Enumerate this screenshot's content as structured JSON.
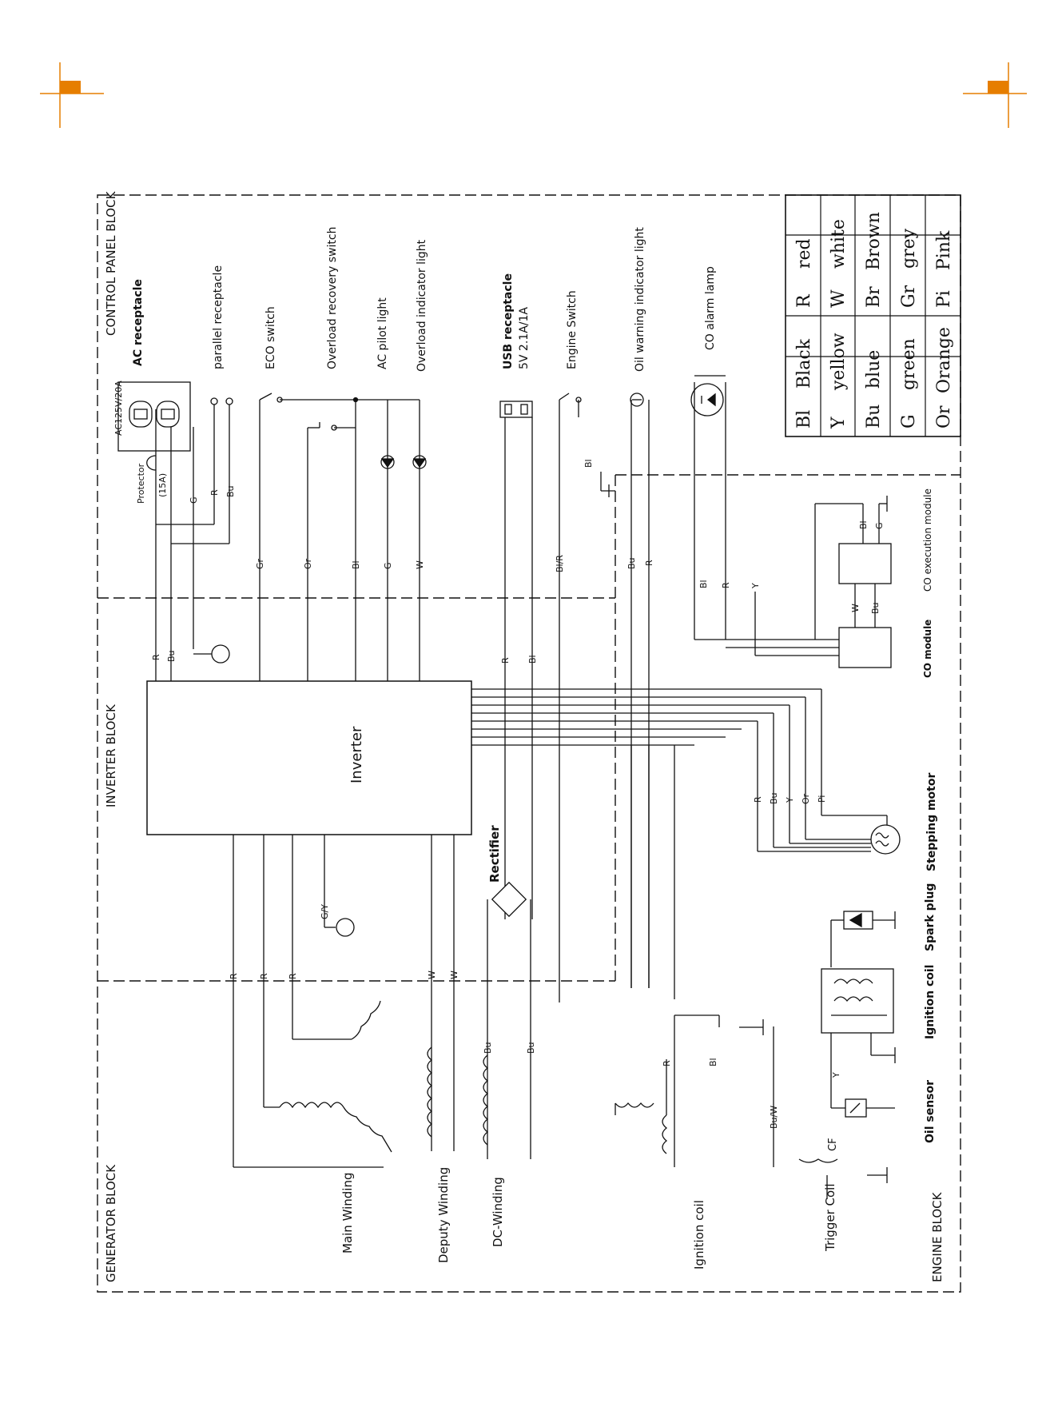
{
  "colors": {
    "ink": "#111111",
    "marker": "#e67e00"
  },
  "blocks": {
    "control_panel": "CONTROL PANEL BLOCK",
    "inverter": "INVERTER BLOCK",
    "generator": "GENERATOR BLOCK",
    "engine": "ENGINE BLOCK"
  },
  "components": {
    "ac_receptacle": "AC receptacle",
    "ac_rating": "AC125V/20A",
    "protector": "Protector",
    "protector_rating": "(15A)",
    "parallel_receptacle": "parallel receptacle",
    "eco_switch": "ECO switch",
    "overload_recovery_switch": "Overload recovery switch",
    "ac_pilot_light": "AC pilot light",
    "overload_indicator_light": "Overload indicator light",
    "usb_receptacle": "USB receptacle",
    "usb_rating": "5V 2.1A/1A",
    "engine_switch": "Engine Switch",
    "oil_warning_light": "Oil warning indicator light",
    "co_alarm_lamp": "CO alarm lamp",
    "co_execution_module": "CO execution module",
    "co_module": "CO module",
    "inverter": "Inverter",
    "rectifier": "Rectifier",
    "stepping_motor": "Stepping motor",
    "spark_plug": "Spark plug",
    "ignition_coil_engine": "Ignition coil",
    "oil_sensor": "Oil sensor",
    "main_winding": "Main Winding",
    "deputy_winding": "Deputy Winding",
    "dc_winding": "DC-Winding",
    "ignition_coil_gen": "Ignition coil",
    "trigger_coil": "Trigger Coil",
    "cf": "CF"
  },
  "wires": {
    "r": "R",
    "bu": "Bu",
    "g": "G",
    "gr": "Gr",
    "or": "Or",
    "bl": "Bl",
    "w": "W",
    "y": "Y",
    "pi": "Pi",
    "blr": "Bl/R",
    "gy": "G/Y",
    "buw": "Bu/W"
  },
  "legend": [
    {
      "code": "Bl",
      "name": "Black",
      "code2": "R",
      "name2": "red"
    },
    {
      "code": "Y",
      "name": "yellow",
      "code2": "W",
      "name2": "white"
    },
    {
      "code": "Bu",
      "name": "blue",
      "code2": "Br",
      "name2": "Brown"
    },
    {
      "code": "G",
      "name": "green",
      "code2": "Gr",
      "name2": "grey"
    },
    {
      "code": "Or",
      "name": "Orange",
      "code2": "Pi",
      "name2": "Pink"
    }
  ]
}
